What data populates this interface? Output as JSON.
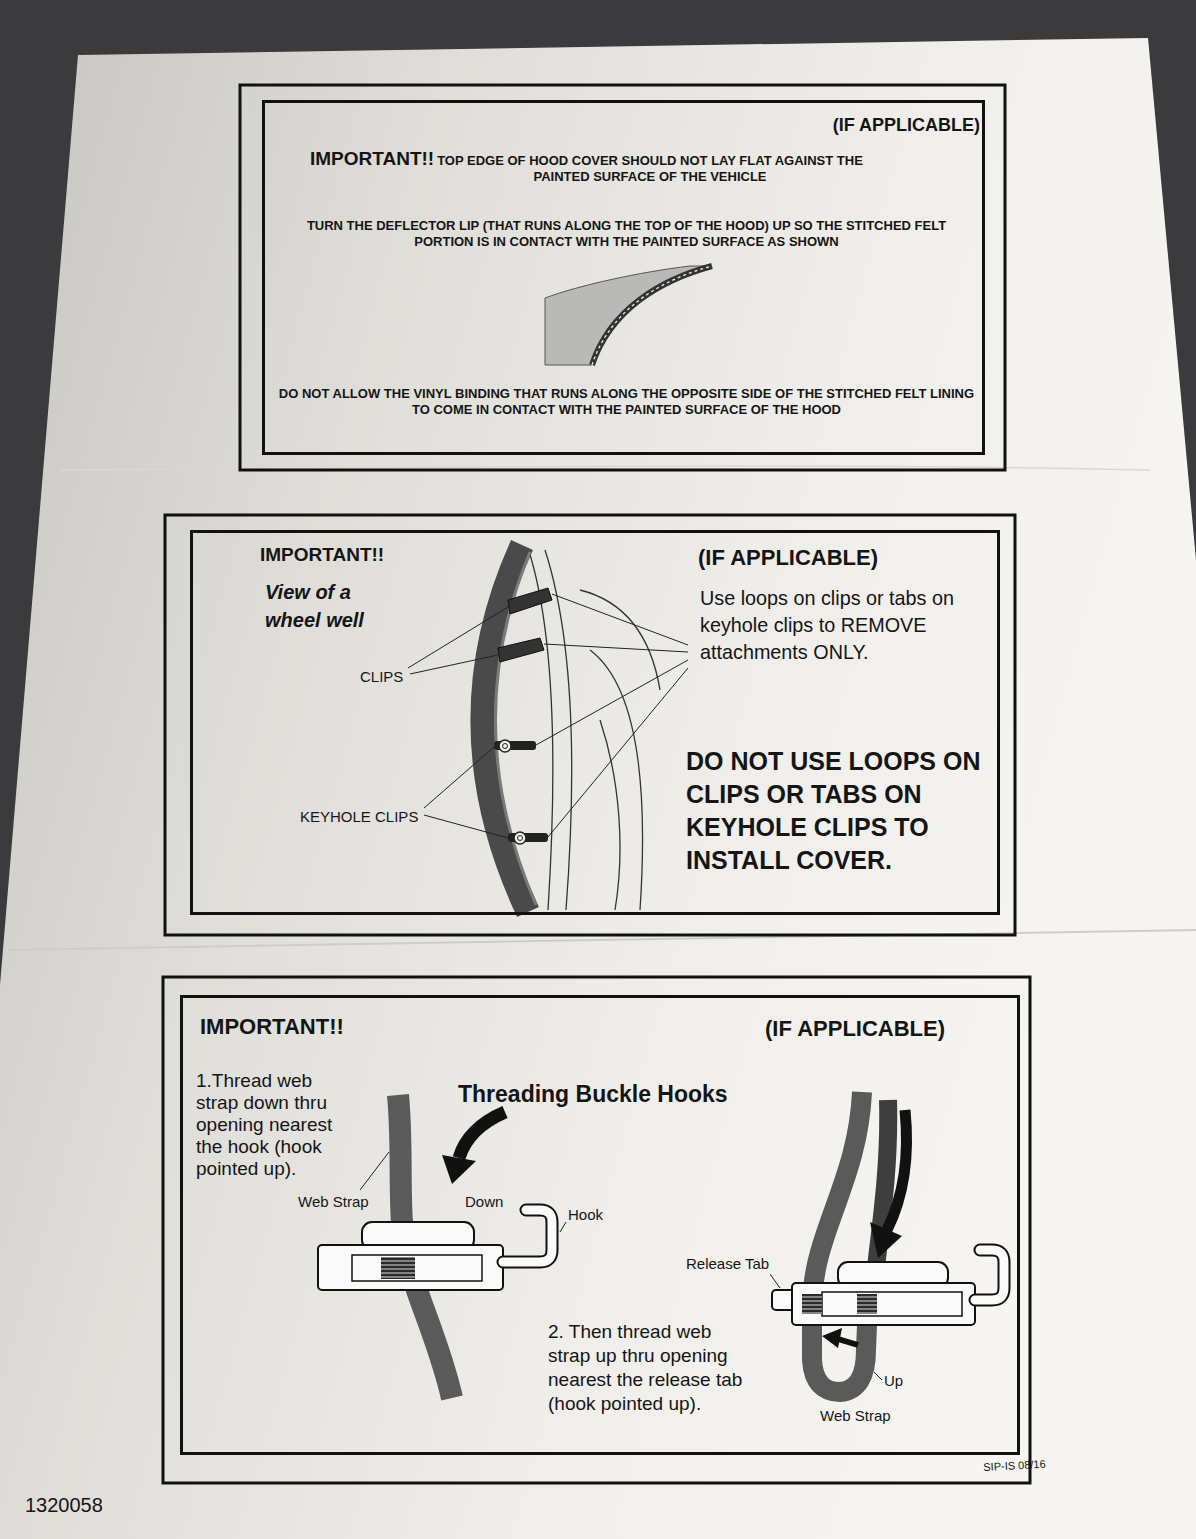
{
  "diagram": {
    "nodes": [
      {
        "text": [
          "IMPORTANT!!",
          "(IF APPLICABLE)",
          "TOP EDGE OF HOOD COVER SHOULD NOT LAY FLAT AGAINST THE PAINTED SURFACE OF THE VEHICLE",
          "TURN THE DEFLECTOR LIP (THAT RUNS ALONG THE TOP OF THE HOOD) UP SO THE STITCHED FELT PORTION IS IN CONTACT WITH THE PAINTED SURFACE AS SHOWN",
          "DO NOT ALLOW THE VINYL BINDING THAT RUNS ALONG THE OPPOSITE SIDE OF THE STITCHED FELT LINING TO COME IN CONTACT WITH THE PAINTED SURFACE OF THE HOOD"
        ]
      },
      {
        "text": [
          "IMPORTANT!!",
          "View of a wheel well",
          "(IF APPLICABLE)",
          "Use loops on clips or tabs on keyhole clips to REMOVE attachments ONLY.",
          "DO NOT USE LOOPS ON CLIPS OR TABS ON KEYHOLE CLIPS TO INSTALL COVER."
        ]
      },
      {
        "text": [
          "IMPORTANT!!",
          "(IF APPLICABLE)",
          "Threading Buckle Hooks",
          "1.Thread web strap down thru opening nearest the hook (hook pointed up).",
          "2. Then thread web strap up thru opening nearest the release tab (hook pointed up)."
        ]
      }
    ],
    "labels": [
      "CLIPS",
      "KEYHOLE CLIPS",
      "Web Strap",
      "Down",
      "Hook",
      "Release Tab",
      "Up",
      "Web Strap",
      "1320058",
      "SIP-IS 08/16"
    ]
  }
}
